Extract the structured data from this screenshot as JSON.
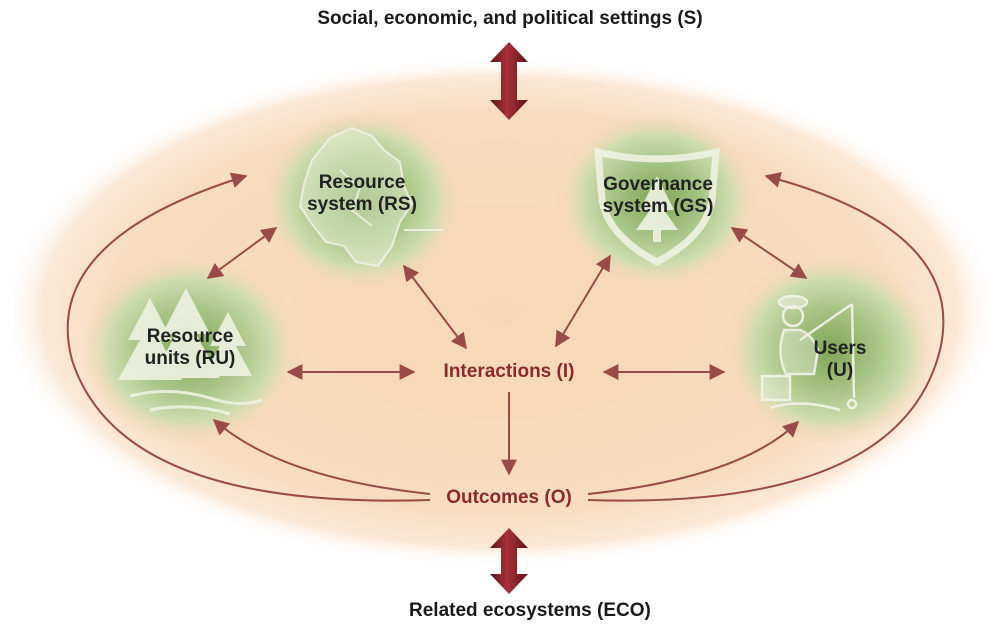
{
  "settings_label": "Social, economic, and political settings (S)",
  "ecosystems_label": "Related ecosystems (ECO)",
  "nodes": {
    "rs": {
      "line1": "Resource",
      "line2": "system (RS)"
    },
    "gs": {
      "line1": "Governance",
      "line2": "system (GS)"
    },
    "ru": {
      "line1": "Resource",
      "line2": "units (RU)"
    },
    "u": {
      "line1": "Users",
      "line2": "(U)"
    }
  },
  "interactions_label": "Interactions (I)",
  "outcomes_label": "Outcomes (O)",
  "colors": {
    "arrow": "#9a4a48",
    "dark_arrow": "#7b1d22",
    "label_red": "#8b2a2e",
    "oval": "#f6d6b6",
    "node_green": "#9fbf78"
  },
  "icons": [
    "map-icon",
    "shield-tree-icon",
    "pine-trees-icon",
    "fisherman-icon"
  ]
}
